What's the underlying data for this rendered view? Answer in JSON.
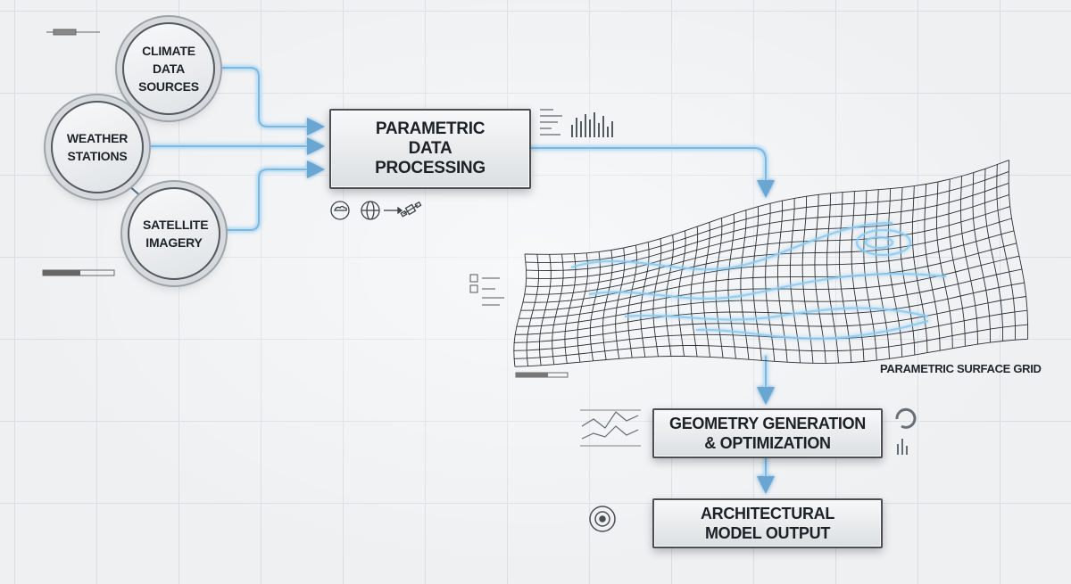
{
  "nodes": {
    "climate": "CLIMATE DATA SOURCES",
    "weather": "WEATHER STATIONS",
    "satellite": "SATELLITE IMAGERY",
    "processing": "PARAMETRIC DATA PROCESSING",
    "geometry": "GEOMETRY GENERATION & OPTIMIZATION",
    "output": "ARCHITECTURAL MODEL OUTPUT"
  },
  "surface_label": "PARAMETRIC SURFACE GRID",
  "colors": {
    "flow": "#7db8e0",
    "flow_glow": "#bfe0f5",
    "stroke": "#4a4e53",
    "grid": "#2c2f33"
  },
  "icons": [
    "cloud-rain-icon",
    "globe-icon",
    "arrow-right-icon",
    "satellite-icon",
    "bar-chart-icon",
    "line-chart-icon",
    "donut-gauge-icon",
    "target-dial-icon"
  ]
}
